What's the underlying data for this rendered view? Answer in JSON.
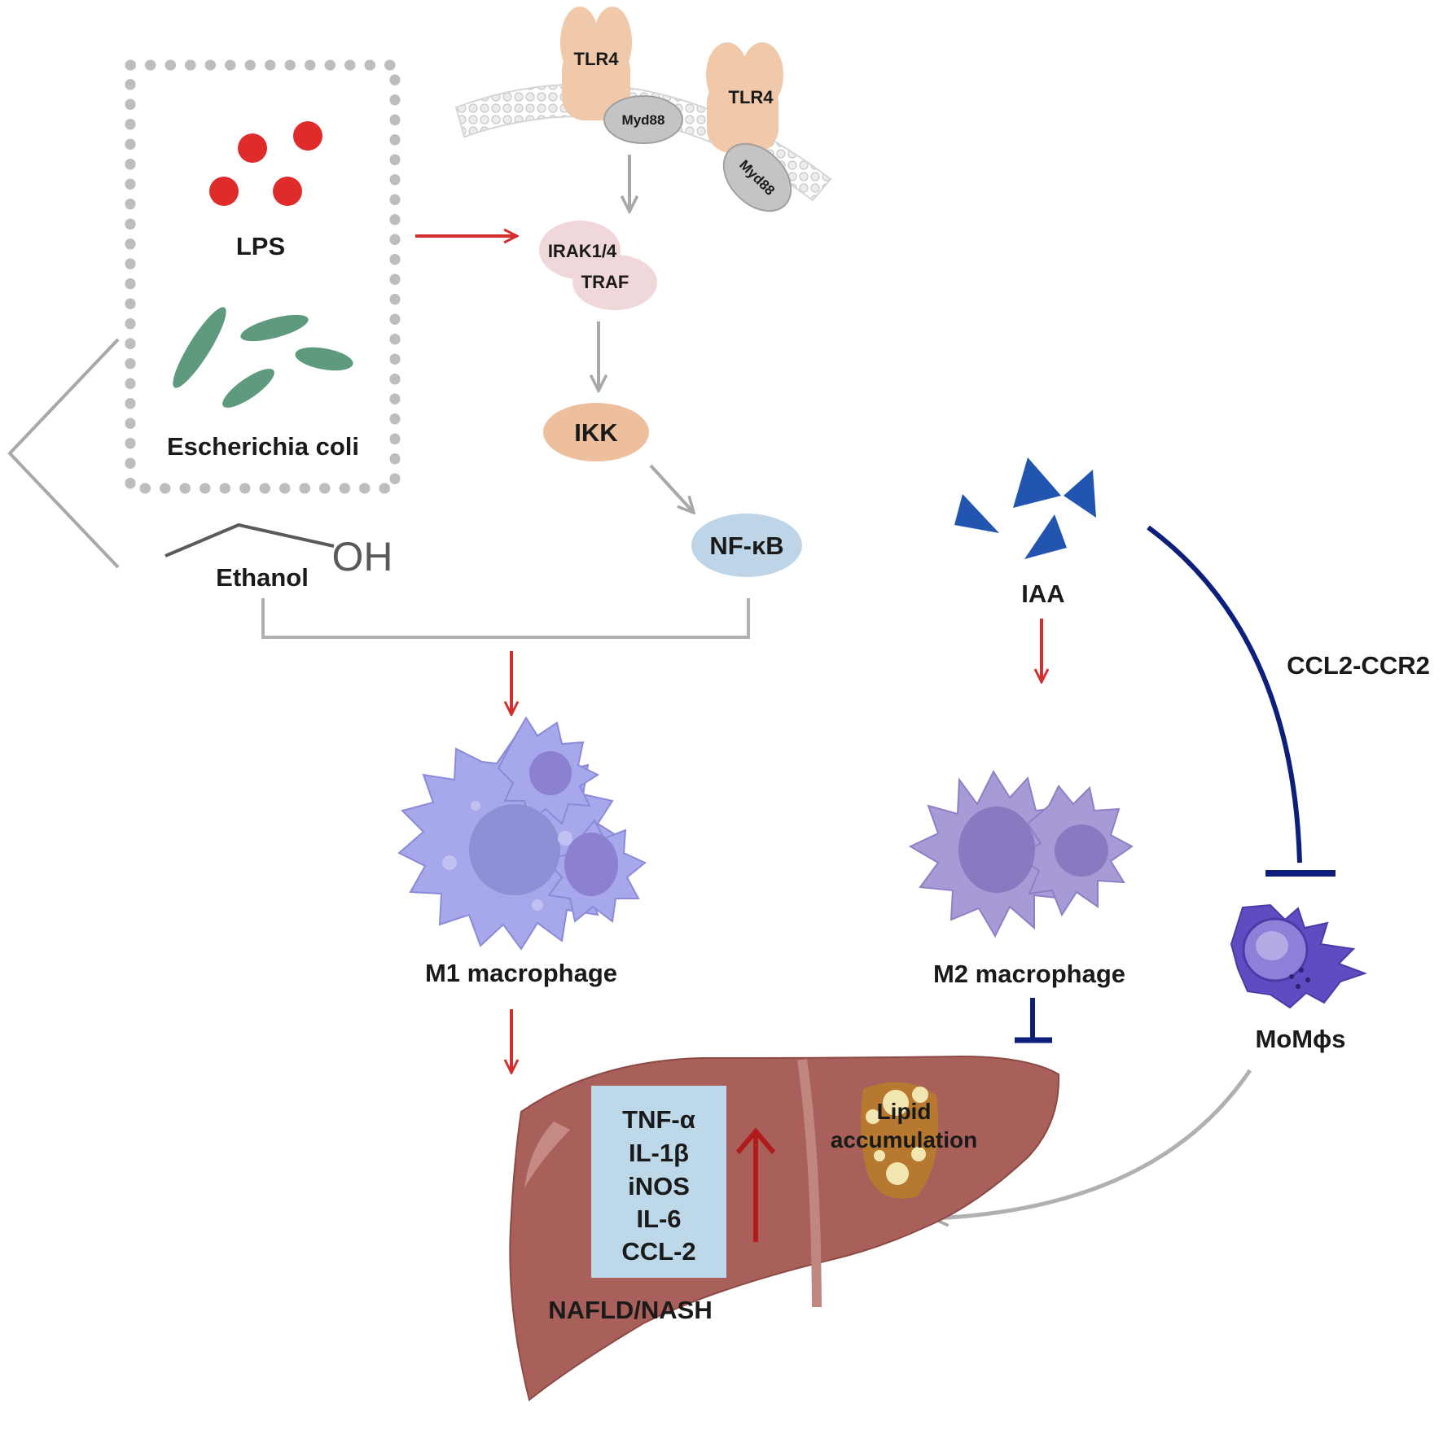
{
  "sources": {
    "lps_label": "LPS",
    "ecoli_label": "Escherichia coli",
    "ethanol_label": "Ethanol",
    "oh_label": "OH"
  },
  "receptors": {
    "tlr4_left_label": "TLR4",
    "tlr4_right_label": "TLR4",
    "myd88_left_label": "Myd88",
    "myd88_right_label": "Myd88"
  },
  "signaling": {
    "irak_label": "IRAK1/4",
    "traf_label": "TRAF",
    "ikk_label": "IKK",
    "nfkb_label": "NF-κB"
  },
  "iaa": {
    "iaa_label": "IAA",
    "ccl2_ccr2_label": "CCL2-CCR2",
    "momphi_label": "MoMϕs"
  },
  "cells": {
    "m1_label": "M1 macrophage",
    "m2_label": "M2 macrophage"
  },
  "liver": {
    "cytokines": [
      "TNF-α",
      "IL-1β",
      "iNOS",
      "IL-6",
      "CCL-2"
    ],
    "lipid_label_line1": "Lipid",
    "lipid_label_line2": "accumulation",
    "disease_label": "NAFLD/NASH"
  },
  "colors": {
    "activation_arrow": "#d32f2f",
    "inhibition": "#0d1f7a",
    "pathway_arrow": "#a8a8a8",
    "liver": "#a9605a",
    "iaa_triangle": "#2255b0",
    "m1_macrophage": "#9c9ce0",
    "m2_macrophage": "#9a8cc6",
    "tlr4": "#efc9aa",
    "myd88": "#c4c4c4",
    "nfkb": "#bdd5e6",
    "cytokine_box": "#bdd8e8"
  }
}
